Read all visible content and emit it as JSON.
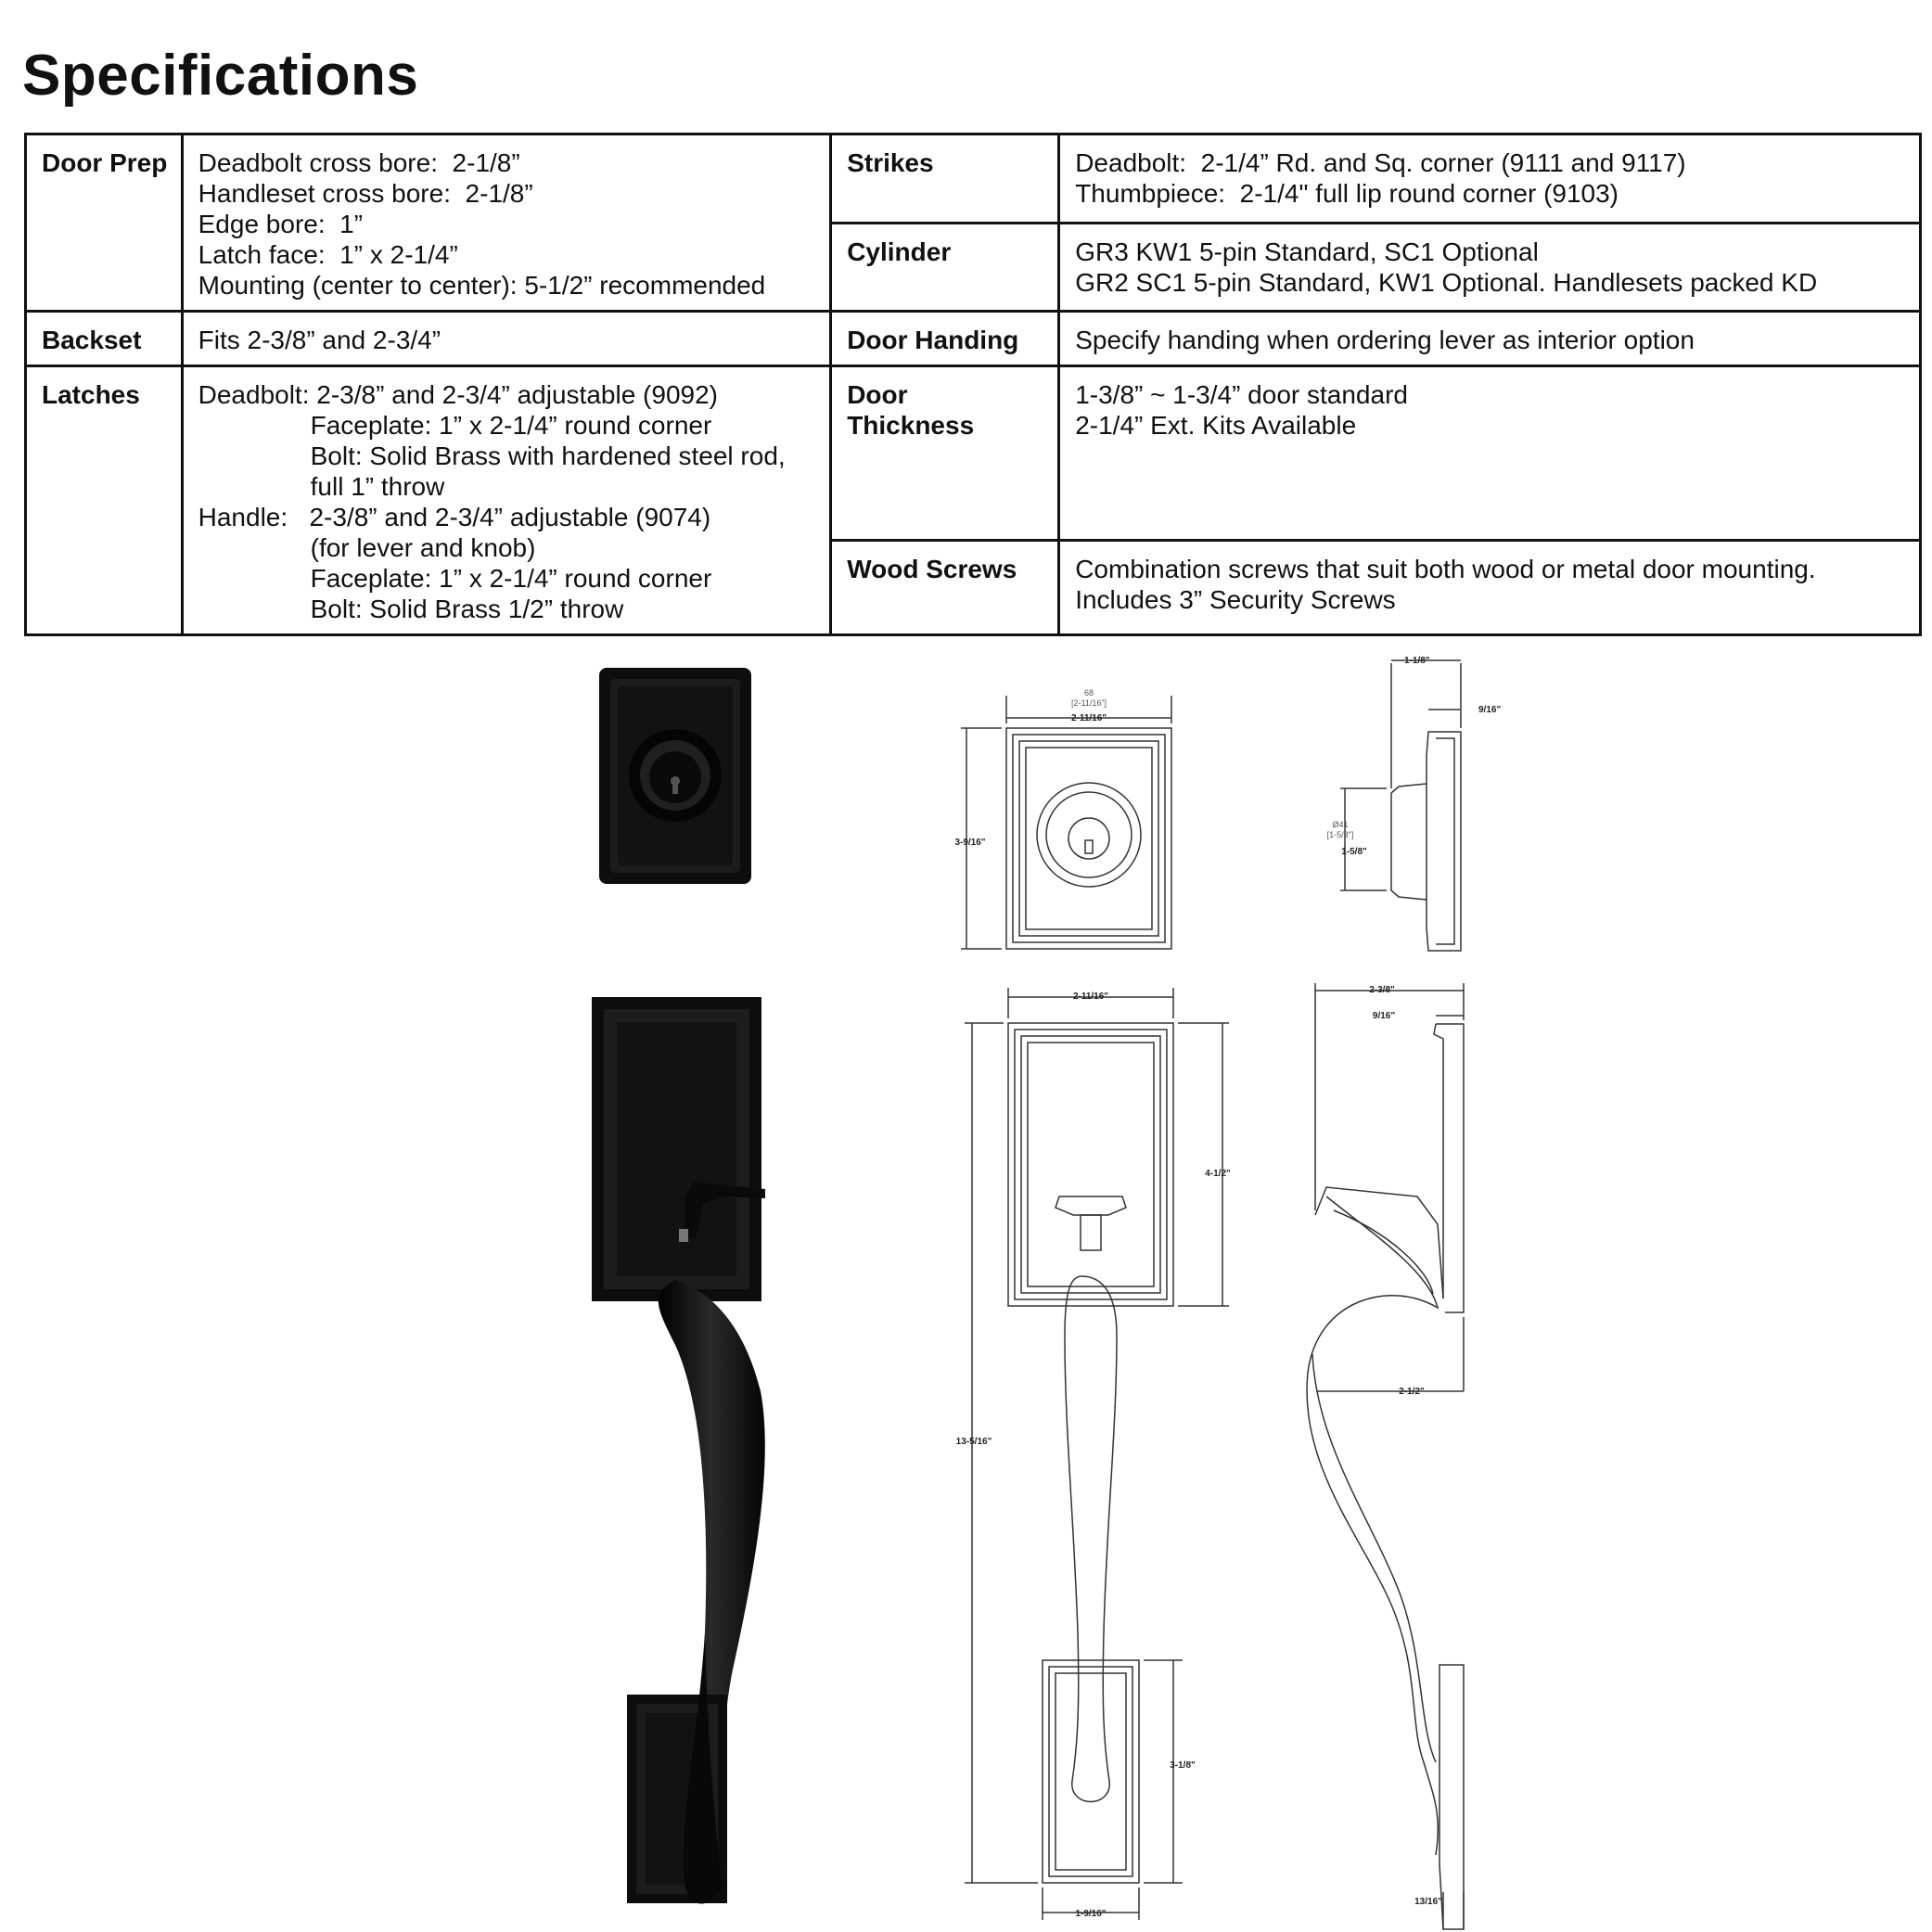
{
  "page_title": "Specifications",
  "rows": {
    "door_prep": {
      "label": "Door Prep",
      "lines": [
        "Deadbolt cross bore:  2-1/8”",
        "Handleset cross bore:  2-1/8”",
        "Edge bore:  1”",
        "Latch face:  1” x 2-1/4”",
        "Mounting (center to center): 5-1/2” recommended"
      ]
    },
    "strikes": {
      "label": "Strikes",
      "lines": [
        "Deadbolt:  2-1/4” Rd. and Sq. corner (9111 and 9117)",
        "Thumbpiece:  2-1/4\" full lip round corner (9103)"
      ]
    },
    "cylinder": {
      "label": "Cylinder",
      "lines": [
        "GR3 KW1 5-pin Standard, SC1 Optional",
        "GR2 SC1 5-pin Standard, KW1 Optional. Handlesets packed KD"
      ]
    },
    "backset": {
      "label": "Backset",
      "lines": [
        "Fits 2-3/8” and 2-3/4”"
      ]
    },
    "door_handing": {
      "label": "Door Handing",
      "lines": [
        "Specify handing when ordering lever as interior option"
      ]
    },
    "latches": {
      "label": "Latches",
      "lines": [
        "Deadbolt: 2-3/8” and 2-3/4” adjustable (9092)",
        "Faceplate: 1” x 2-1/4” round corner",
        "Bolt: Solid Brass with hardened steel rod,",
        "full 1” throw",
        "Handle:   2-3/8” and 2-3/4” adjustable (9074)",
        "(for lever and knob)",
        "Faceplate: 1” x 2-1/4” round corner",
        "Bolt: Solid Brass 1/2” throw"
      ]
    },
    "door_thickness": {
      "label_line1": "Door",
      "label_line2": "Thickness",
      "lines": [
        "1-3/8” ~ 1-3/4” door standard",
        "2-1/4” Ext. Kits Available"
      ]
    },
    "wood_screws": {
      "label": "Wood Screws",
      "lines": [
        "Combination screws that suit both wood or metal door mounting.",
        "Includes 3” Security Screws"
      ]
    }
  },
  "dimensions": {
    "deadbolt_front_width_mm": "68",
    "deadbolt_front_width_mm_in": "[2-11/16\"]",
    "deadbolt_front_width": "2-11/16\"",
    "deadbolt_front_height": "3-9/16\"",
    "deadbolt_side_projection": "1-1/8\"",
    "deadbolt_side_rose": "9/16\"",
    "deadbolt_side_dia_mm": "Ø41",
    "deadbolt_side_dia_mm_in": "[1-5/8\"]",
    "deadbolt_side_dia": "1-5/8\"",
    "handle_front_width": "2-11/16\"",
    "handle_front_plate_height": "4-1/2\"",
    "handle_front_total_height": "13-5/16\"",
    "handle_front_bottom_height": "3-1/8\"",
    "handle_front_bottom_width": "1-9/16\"",
    "handle_side_projection": "2-3/8\"",
    "handle_side_plate": "9/16\"",
    "handle_side_grip": "2-1/2\"",
    "handle_side_bottom": "13/16\""
  },
  "colors": {
    "ink": "#111111",
    "finish": "#1a1a1a",
    "line": "#333333"
  }
}
